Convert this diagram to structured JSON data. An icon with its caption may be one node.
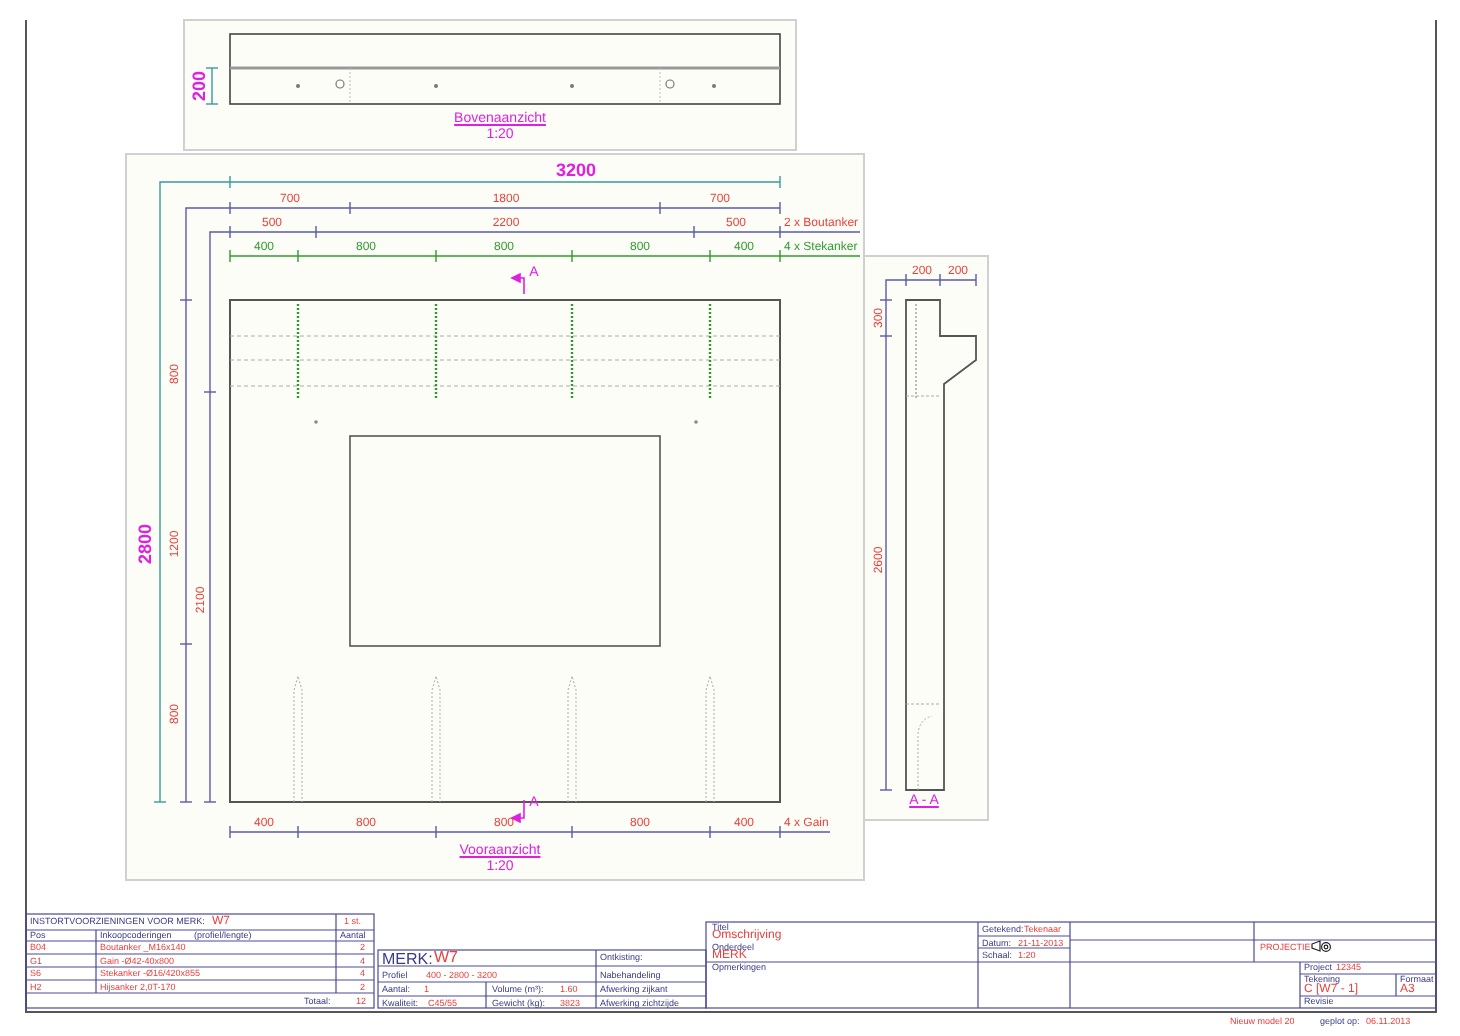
{
  "diagram": {
    "labels": [
      "200",
      "Bovenaanzicht",
      "1:20",
      "3200",
      "700",
      "1800",
      "700",
      "500",
      "2200",
      "500",
      "2 x Boutanker",
      "400",
      "800",
      "800",
      "800",
      "400",
      "4 x Stekanker",
      "A",
      "800",
      "2800",
      "1200",
      "2100",
      "800",
      "A",
      "400",
      "800",
      "800",
      "800",
      "400",
      "4 x Gain",
      "Vooraanzicht",
      "1:20",
      "200",
      "200",
      "300",
      "2600",
      "A - A",
      "INSTORTVOORZIENINGEN VOOR MERK:",
      "W7",
      "1 st.",
      "Pos",
      "Inkoopcoderingen",
      "(profiel/lengte)",
      "Aantal",
      "B04",
      "Boutanker _M16x140",
      "2",
      "G1",
      "Gain -Ø42-40x800",
      "4",
      "S6",
      "Stekanker -Ø16/420x855",
      "4",
      "H2",
      "Hijsanker 2,0T-170",
      "2",
      "Totaal:",
      "12",
      "MERK:",
      "W7",
      "Profiel",
      "400 - 2800 - 3200",
      "Aantal:",
      "1",
      "Volume (m³):",
      "1.60",
      "Kwaliteit:",
      "C45/55",
      "Gewicht (kg):",
      "3823",
      "Ontkisting:",
      "Nabehandeling",
      "Afwerking zijkant",
      "Afwerking zichtzijde",
      "Titel",
      "Omschrijving",
      "Onderdeel",
      "MERK",
      "Opmerkingen",
      "Getekend:",
      "Tekenaar",
      "Datum:",
      "21-11-2013",
      "Schaal:",
      "1:20",
      "PROJECTIE",
      "Project",
      "12345",
      "Tekening",
      "C [W7 - 1]",
      "Formaat",
      "A3",
      "Revisie",
      "Nieuw model 20",
      "geplot op:",
      "06.11.2013"
    ]
  }
}
